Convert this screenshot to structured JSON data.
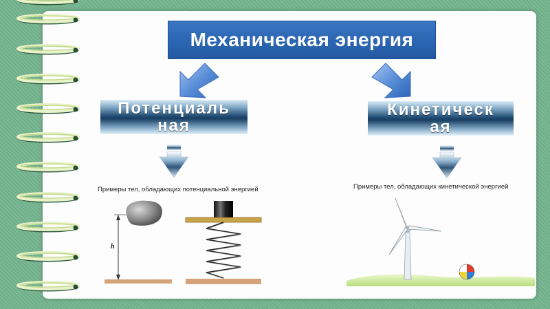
{
  "title": "Механическая энергия",
  "categories": {
    "potential": {
      "line1": "Потенциаль",
      "line2": "ная",
      "caption": "Примеры тел, обладающих потенциальной энергией",
      "height_label": "h"
    },
    "kinetic": {
      "line1": "Кинетическ",
      "line2": "ая",
      "caption": "Примеры тел, обладающих кинетической энергией"
    }
  },
  "icons": [
    "spiral-ring-icon",
    "blue-arrow-icon",
    "gradient-down-arrow-icon",
    "rock-icon",
    "spring-icon",
    "weight-icon",
    "wind-turbine-icon",
    "beach-ball-icon"
  ],
  "colors": {
    "background_green": "#74b48e",
    "title_blue": "#2a64b0",
    "arrow_blue": "#5a8fd8",
    "spring_brown": "#d4a37a"
  }
}
